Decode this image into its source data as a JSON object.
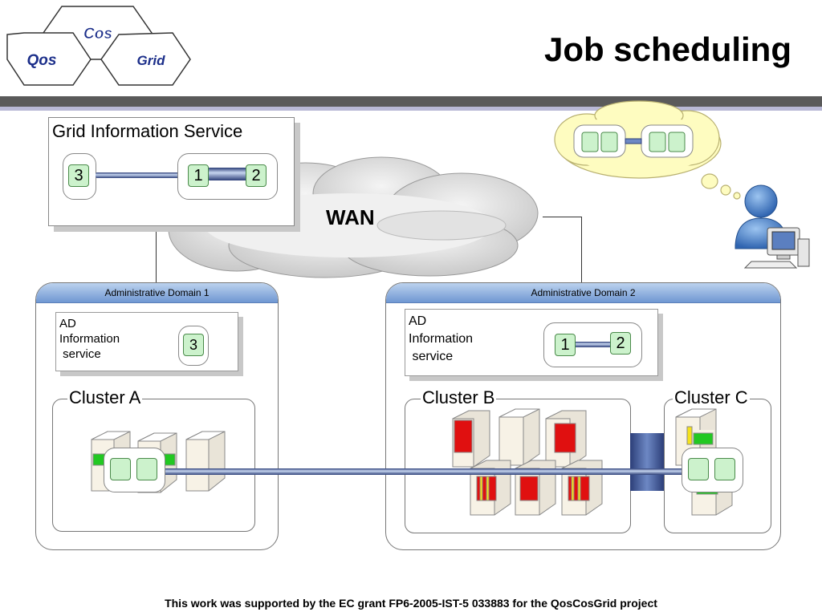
{
  "title": "Job scheduling",
  "logo": {
    "top": "Cos",
    "left": "Qos",
    "right": "Grid"
  },
  "footer": "This work was supported by the EC grant FP6-2005-IST-5 033883 for the QosCosGrid project",
  "gis": {
    "title": "Grid Information Service",
    "nodes": [
      "3",
      "1",
      "2"
    ]
  },
  "wan": {
    "label": "WAN"
  },
  "domain1": {
    "header": "Administrative Domain 1",
    "ad_info": "AD\nInformation\n service",
    "ad_nodes": [
      "3"
    ],
    "cluster": "Cluster A"
  },
  "domain2": {
    "header": "Administrative Domain 2",
    "ad_info": "AD\nInformation\n service",
    "ad_nodes": [
      "1",
      "2"
    ],
    "cluster_b": "Cluster B",
    "cluster_c": "Cluster C"
  },
  "colors": {
    "node_fill": "#ccf2cc",
    "node_border": "#4a8a4a",
    "domain_header": "#6f97d2",
    "link": "#2c3e78",
    "load_red": "#e01010",
    "load_green": "#22c822",
    "load_yellow": "#f5e21a",
    "rule": "#5a5a5a"
  },
  "icons": [
    "hexagon-logo",
    "cloud-icon",
    "user-icon",
    "computer-icon",
    "thought-bubble-icon",
    "server-icon"
  ]
}
